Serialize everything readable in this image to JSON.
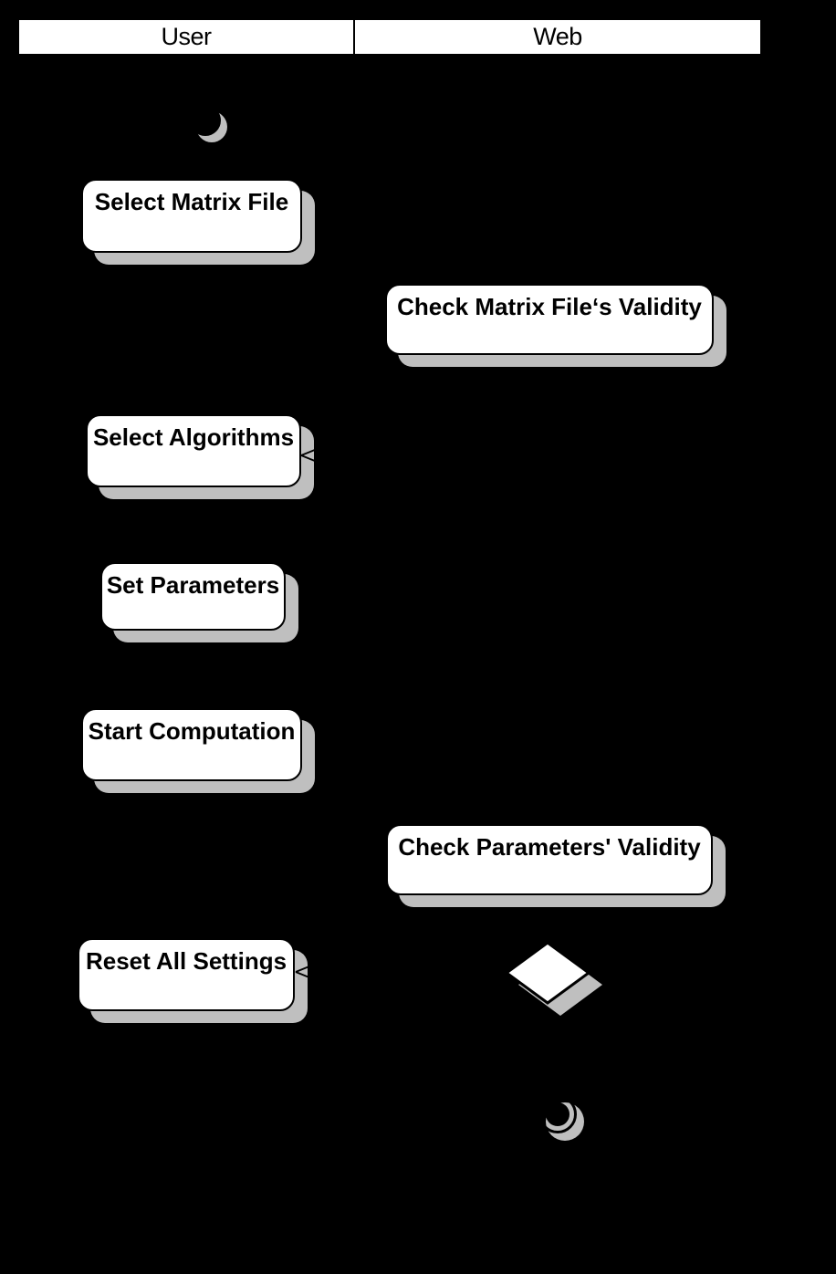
{
  "diagram": {
    "type": "uml-activity-diagram",
    "background_color": "#000000",
    "node_fill_color": "#ffffff",
    "shadow_color": "#bfbfbf",
    "stroke_color": "#000000"
  },
  "lanes": [
    {
      "id": "user",
      "title": "User"
    },
    {
      "id": "web",
      "title": "Web"
    }
  ],
  "nodes": [
    {
      "id": "start",
      "kind": "initial-node",
      "lane": "user",
      "label": ""
    },
    {
      "id": "select-matrix-file",
      "kind": "action",
      "lane": "user",
      "label": "Select Matrix File"
    },
    {
      "id": "check-matrix-validity",
      "kind": "action",
      "lane": "web",
      "label": "Check Matrix File‘s Validity"
    },
    {
      "id": "select-algorithms",
      "kind": "action",
      "lane": "user",
      "label": "Select Algorithms"
    },
    {
      "id": "set-parameters",
      "kind": "action",
      "lane": "user",
      "label": "Set Parameters"
    },
    {
      "id": "start-computation",
      "kind": "action",
      "lane": "user",
      "label": "Start Computation"
    },
    {
      "id": "check-parameters-validity",
      "kind": "action",
      "lane": "web",
      "label": "Check Parameters' Validity"
    },
    {
      "id": "reset-all-settings",
      "kind": "action",
      "lane": "user",
      "label": "Reset All Settings"
    },
    {
      "id": "decision",
      "kind": "decision-node",
      "lane": "web",
      "label": ""
    },
    {
      "id": "end",
      "kind": "final-node",
      "lane": "web",
      "label": ""
    }
  ],
  "edges": [
    {
      "from": "start",
      "to": "select-matrix-file",
      "arrow": "none"
    },
    {
      "from": "select-matrix-file",
      "to": "check-matrix-validity",
      "arrow": "none"
    },
    {
      "from": "check-matrix-validity",
      "to": "select-algorithms",
      "arrow": "open-left"
    },
    {
      "from": "select-algorithms",
      "to": "set-parameters",
      "arrow": "none"
    },
    {
      "from": "set-parameters",
      "to": "start-computation",
      "arrow": "none"
    },
    {
      "from": "start-computation",
      "to": "check-parameters-validity",
      "arrow": "none"
    },
    {
      "from": "check-parameters-validity",
      "to": "reset-all-settings",
      "arrow": "open-left"
    },
    {
      "from": "check-parameters-validity",
      "to": "decision",
      "arrow": "none"
    },
    {
      "from": "decision",
      "to": "end",
      "arrow": "none"
    }
  ]
}
